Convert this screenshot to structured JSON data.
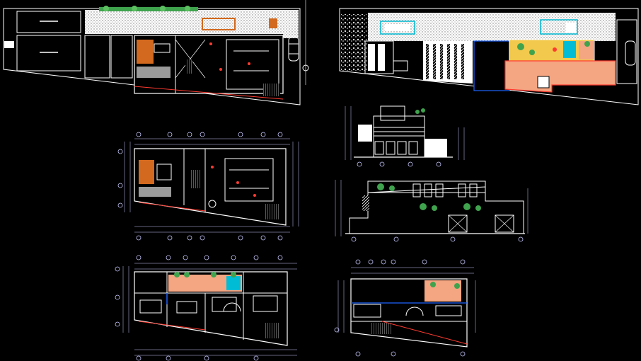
{
  "drawing": {
    "background": "#000000",
    "colors": {
      "line": "#ffffff",
      "dim": "#c8c8ff",
      "wall": "#e8e8e8",
      "orange": "#d2691e",
      "salmon": "#f4a582",
      "green": "#3fa34d",
      "cyan": "#00bcd4",
      "blue": "#1e63ff",
      "red": "#ff3b30",
      "grey": "#9a9a9a",
      "yellow": "#f2c94c"
    },
    "sheets": [
      {
        "id": "site-plan-ground",
        "kind": "plan"
      },
      {
        "id": "site-plan-roof",
        "kind": "plan"
      },
      {
        "id": "ground-floor-plan",
        "kind": "plan"
      },
      {
        "id": "upper-floor-plan",
        "kind": "plan"
      },
      {
        "id": "front-elevation",
        "kind": "elevation"
      },
      {
        "id": "side-elevation",
        "kind": "elevation"
      },
      {
        "id": "roof-plan",
        "kind": "plan"
      }
    ]
  }
}
